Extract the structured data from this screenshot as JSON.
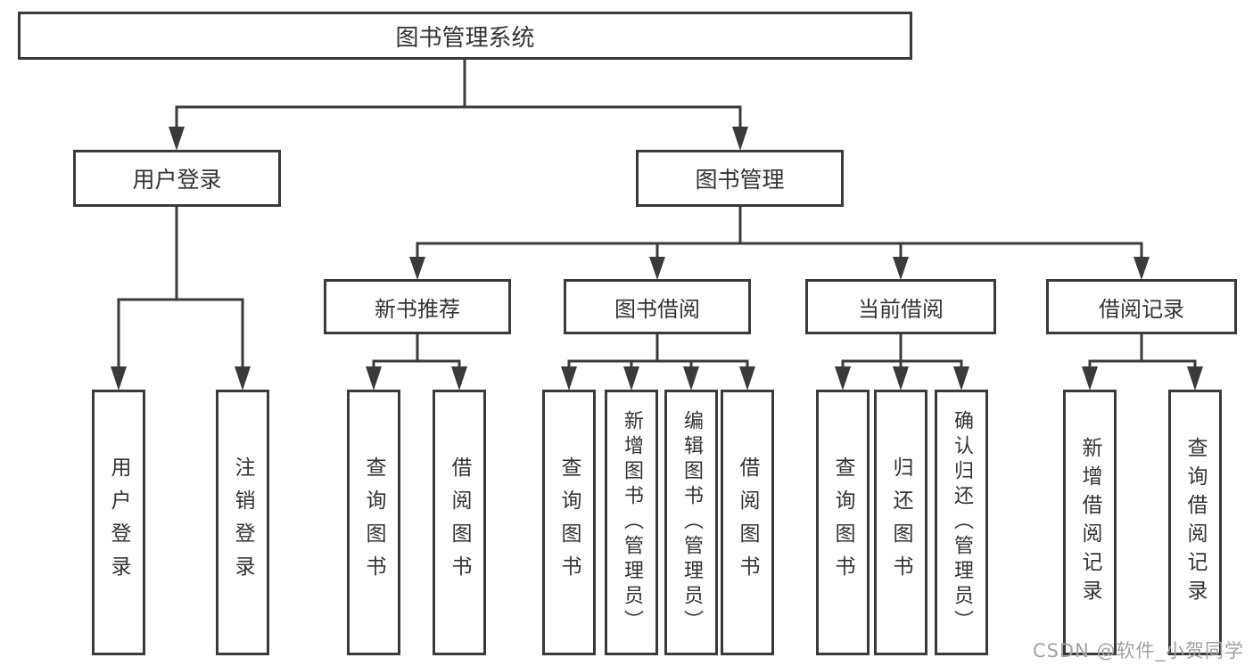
{
  "nodes": {
    "root": {
      "label": "图书管理系统"
    },
    "level2": {
      "userLogin": {
        "label": "用户登录"
      },
      "bookManagement": {
        "label": "图书管理"
      }
    },
    "level3": {
      "newBookRecommend": {
        "label": "新书推荐"
      },
      "bookBorrow": {
        "label": "图书借阅"
      },
      "currentBorrow": {
        "label": "当前借阅"
      },
      "borrowRecords": {
        "label": "借阅记录"
      }
    },
    "leaves": {
      "userLogin": [
        "用户登录",
        "注销登录"
      ],
      "newBookRecommend": [
        "查询图书",
        "借阅图书"
      ],
      "bookBorrow": [
        "查询图书",
        "新增图书（管理员）",
        "编辑图书（管理员）",
        "借阅图书"
      ],
      "currentBorrow": [
        "查询图书",
        "归还图书",
        "确认归还（管理员）"
      ],
      "borrowRecords": [
        "新增借阅记录",
        "查询借阅记录"
      ]
    }
  },
  "watermark": "CSDN @软件_小贺同学",
  "colors": {
    "line": "#3a3a3a",
    "text": "#333333",
    "background": "#ffffff",
    "watermark": "#a2a2a2"
  }
}
